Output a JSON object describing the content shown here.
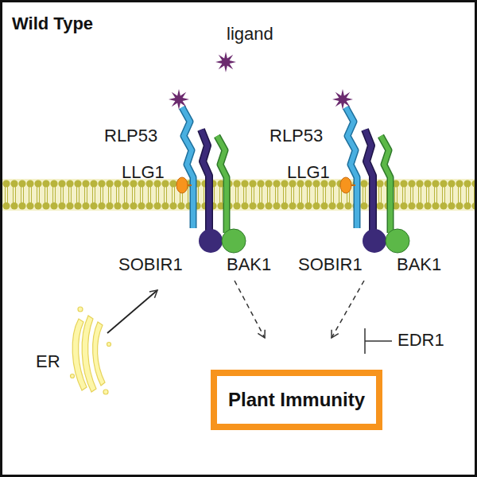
{
  "diagram": {
    "title": "Wild Type",
    "nodes": [
      {
        "text": [
          "Plant Immunity"
        ]
      }
    ],
    "labels": [
      "ligand",
      "RLP53",
      "LLG1",
      "SOBIR1",
      "BAK1",
      "RLP53",
      "LLG1",
      "SOBIR1",
      "BAK1",
      "ER",
      "EDR1"
    ]
  }
}
